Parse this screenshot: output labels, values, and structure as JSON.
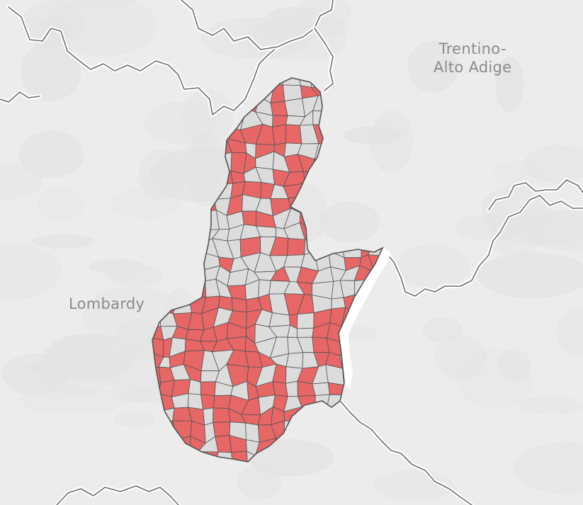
{
  "map": {
    "labels": {
      "lombardy": "Lombardy",
      "trentino_line1": "Trentino-",
      "trentino_line2": "Alto Adige"
    },
    "colors": {
      "background": "#ececec",
      "terrain": "#e3e3e3",
      "border": "#6f6f6f",
      "border_halo": "#ffffff",
      "lake": "#ffffff",
      "municipality_selected": "#e76666",
      "municipality_default": "#dcdcdc",
      "municipality_outline": "#555555"
    },
    "legend_states": {
      "highlighted": "municipality_selected",
      "not_highlighted": "municipality_default"
    }
  }
}
